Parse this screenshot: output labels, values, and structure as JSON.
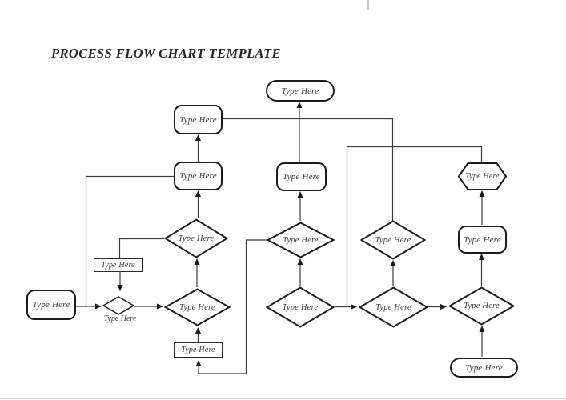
{
  "page": {
    "title": "PROCESS FLOW CHART TEMPLATE"
  },
  "nodes": {
    "terminator_top": {
      "label": "Type Here"
    },
    "process_top_left": {
      "label": "Type Here"
    },
    "process_mid_left": {
      "label": "Type Here"
    },
    "process_center": {
      "label": "Type Here"
    },
    "hexagon_preparation": {
      "label": "Type Here"
    },
    "process_right": {
      "label": "Type Here"
    },
    "data_box_left": {
      "label": "Type Here"
    },
    "data_box_bottom": {
      "label": "Type Here"
    },
    "process_left_start": {
      "label": "Type Here"
    },
    "decision_small": {
      "label": "Type Here"
    },
    "decision_row3_left": {
      "label": "Type Here"
    },
    "decision_row3_mid": {
      "label": "Type Here"
    },
    "decision_row3_right": {
      "label": "Type Here"
    },
    "decision_row4_left": {
      "label": "Type Here"
    },
    "decision_row4_mid": {
      "label": "Type Here"
    },
    "decision_row4_third": {
      "label": "Type Here"
    },
    "decision_row4_fourth": {
      "label": "Type Here"
    },
    "terminator_bottom": {
      "label": "Type Here"
    }
  }
}
